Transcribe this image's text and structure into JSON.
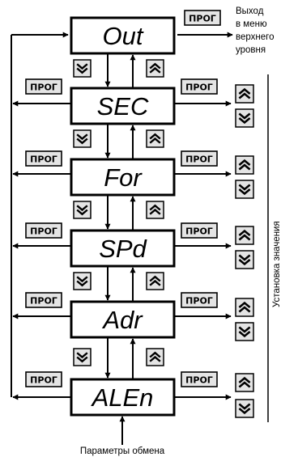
{
  "menu": {
    "parameters": [
      "Out",
      "SEC",
      "For",
      "SPd",
      "Adr",
      "ALEn"
    ]
  },
  "buttons": {
    "prog_label": "ПРОГ",
    "up_icon": "double-chevron-up-icon",
    "down_icon": "double-chevron-down-icon"
  },
  "exit_note": {
    "line1": "Выход",
    "line2": "в меню",
    "line3": "верхнего",
    "line4": "уровня"
  },
  "bottom_caption": "Параметры обмена",
  "side_label": "Установка значения"
}
